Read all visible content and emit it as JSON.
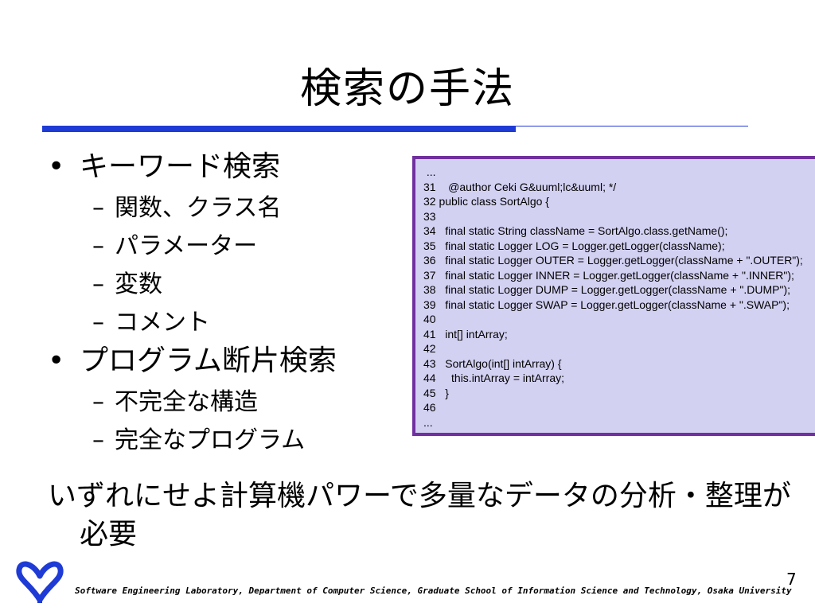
{
  "slide": {
    "title": "検索の手法",
    "bullets": [
      {
        "text": "キーワード検索",
        "sub": [
          "関数、クラス名",
          "パラメーター",
          "変数",
          "コメント"
        ]
      },
      {
        "text": "プログラム断片検索",
        "sub": [
          "不完全な構造",
          "完全なプログラム"
        ]
      }
    ],
    "bullet_mark": "•",
    "sub_mark": "–",
    "summary": "いずれにせよ計算機パワーで多量なデータの分析・整理が必要",
    "code_lines": [
      " ...",
      "31    @author Ceki G&uuml;lc&uuml; */",
      "32 public class SortAlgo {",
      "33",
      "34   final static String className = SortAlgo.class.getName();",
      "35   final static Logger LOG = Logger.getLogger(className);",
      "36   final static Logger OUTER = Logger.getLogger(className + \".OUTER\");",
      "37   final static Logger INNER = Logger.getLogger(className + \".INNER\");",
      "38   final static Logger DUMP = Logger.getLogger(className + \".DUMP\");",
      "39   final static Logger SWAP = Logger.getLogger(className + \".SWAP\");",
      "40",
      "41   int[] intArray;",
      "42",
      "43   SortAlgo(int[] intArray) {",
      "44     this.intArray = intArray;",
      "45   }",
      "46",
      "..."
    ],
    "footer": "Software Engineering Laboratory, Department of Computer Science, Graduate School of Information Science and Technology, Osaka University",
    "page_number": "7",
    "colors": {
      "accent": "#1f3bd6",
      "code_bg": "#d3d1f2",
      "code_border": "#7030a0"
    },
    "logo_icon": "osaka-university-icho-logo"
  }
}
